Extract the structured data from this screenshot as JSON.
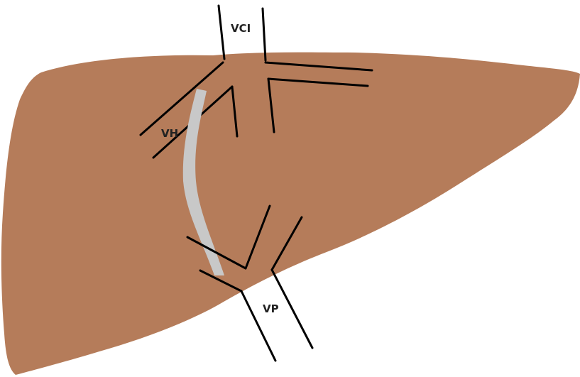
{
  "diagram": {
    "labels": {
      "vci": "VCI",
      "vh": "VH",
      "vp": "VP"
    },
    "colors": {
      "liver": "#b57c5a",
      "transection_band": "#c8c8c8",
      "vessel_lines": "#000000",
      "background": "#ffffff",
      "label_text": "#222222"
    }
  }
}
